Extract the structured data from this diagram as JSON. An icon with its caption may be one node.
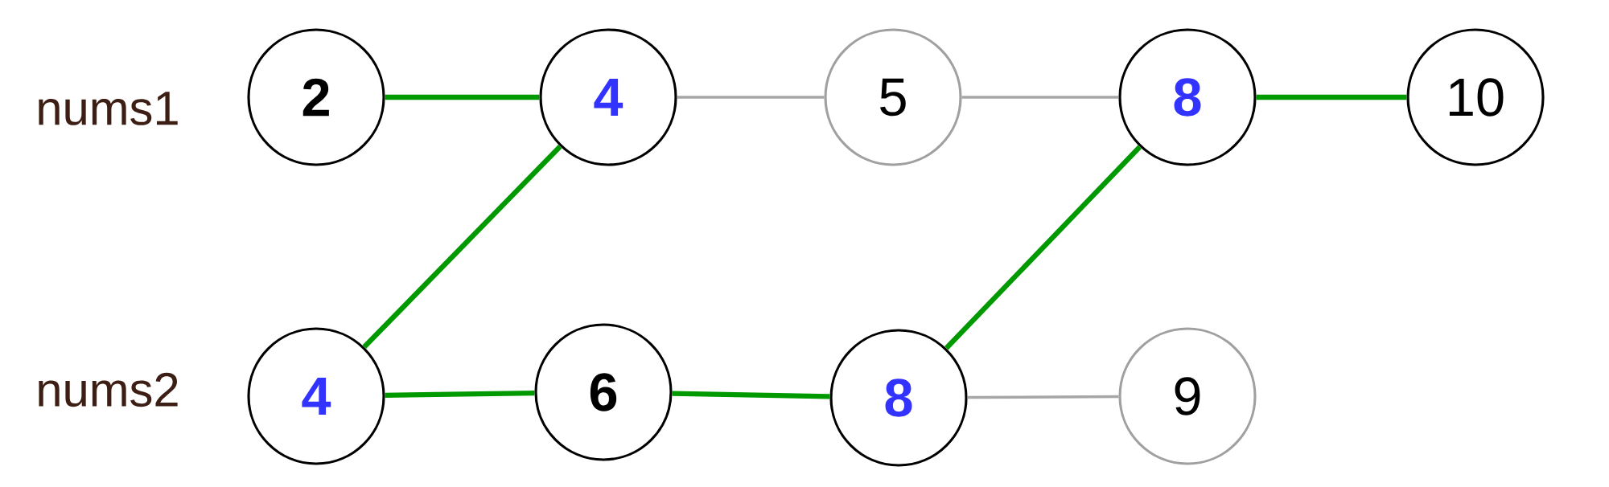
{
  "diagram": {
    "nodes": [
      {
        "text": [
          "2"
        ]
      },
      {
        "text": [
          "4"
        ]
      },
      {
        "text": [
          "5"
        ]
      },
      {
        "text": [
          "8"
        ]
      },
      {
        "text": [
          "10"
        ]
      },
      {
        "text": [
          "4"
        ]
      },
      {
        "text": [
          "6"
        ]
      },
      {
        "text": [
          "8"
        ]
      },
      {
        "text": [
          "9"
        ]
      }
    ],
    "edges": [
      {
        "from": 0,
        "to": 1,
        "arrow": "none"
      },
      {
        "from": 1,
        "to": 2,
        "arrow": "none",
        "color": "#a6a6a6"
      },
      {
        "from": 2,
        "to": 3,
        "arrow": "none",
        "color": "#a6a6a6"
      },
      {
        "from": 3,
        "to": 4,
        "arrow": "none"
      },
      {
        "from": 5,
        "to": 1,
        "arrow": "none"
      },
      {
        "from": 5,
        "to": 6,
        "arrow": "none"
      },
      {
        "from": 6,
        "to": 7,
        "arrow": "none"
      },
      {
        "from": 7,
        "to": 3,
        "arrow": "none"
      },
      {
        "from": 7,
        "to": 8,
        "arrow": "none",
        "color": "#a6a6a6"
      }
    ],
    "labels": [
      "nums1",
      "nums2"
    ]
  }
}
